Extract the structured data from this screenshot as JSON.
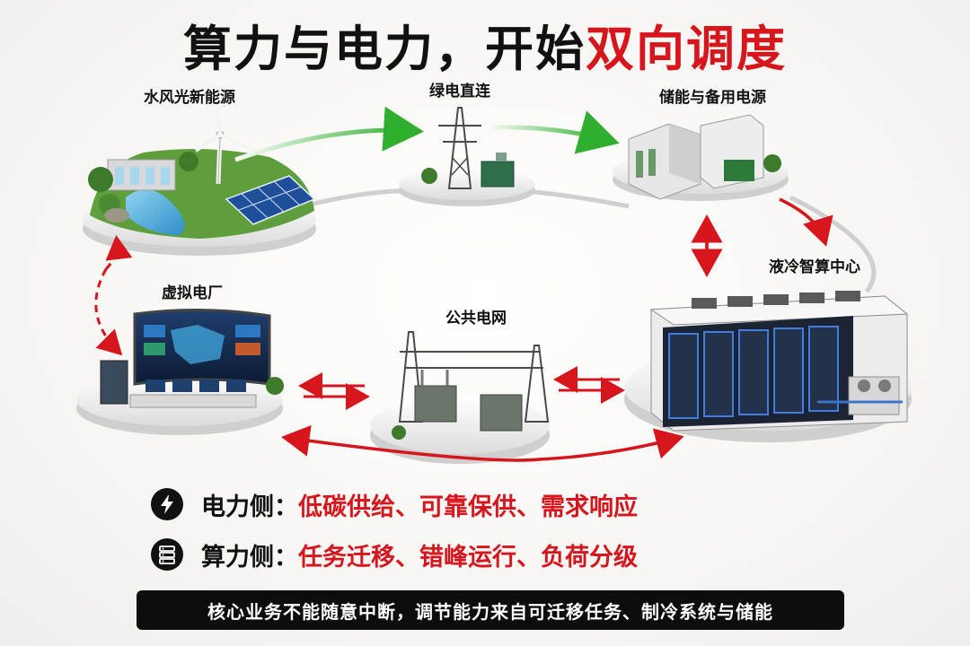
{
  "title": {
    "part1": "算力与电力，开始",
    "part2": "双向调度"
  },
  "nodes": {
    "renewable": "水风光新能源",
    "green_link": "绿电直连",
    "storage": "储能与备用电源",
    "datacenter": "液冷智算中心",
    "vpp": "虚拟电厂",
    "grid": "公共电网"
  },
  "rows": [
    {
      "key": "电力侧：",
      "value": "低碳供给、可靠保供、需求响应",
      "icon": "lightning-icon"
    },
    {
      "key": "算力侧：",
      "value": "任务迁移、错峰运行、负荷分级",
      "icon": "server-icon"
    }
  ],
  "footer": "核心业务不能随意中断，调节能力来自可迁移任务、制冷系统与储能",
  "colors": {
    "accent_red": "#d6151c",
    "green_arrow": "#2fae2f",
    "ink": "#111111"
  }
}
